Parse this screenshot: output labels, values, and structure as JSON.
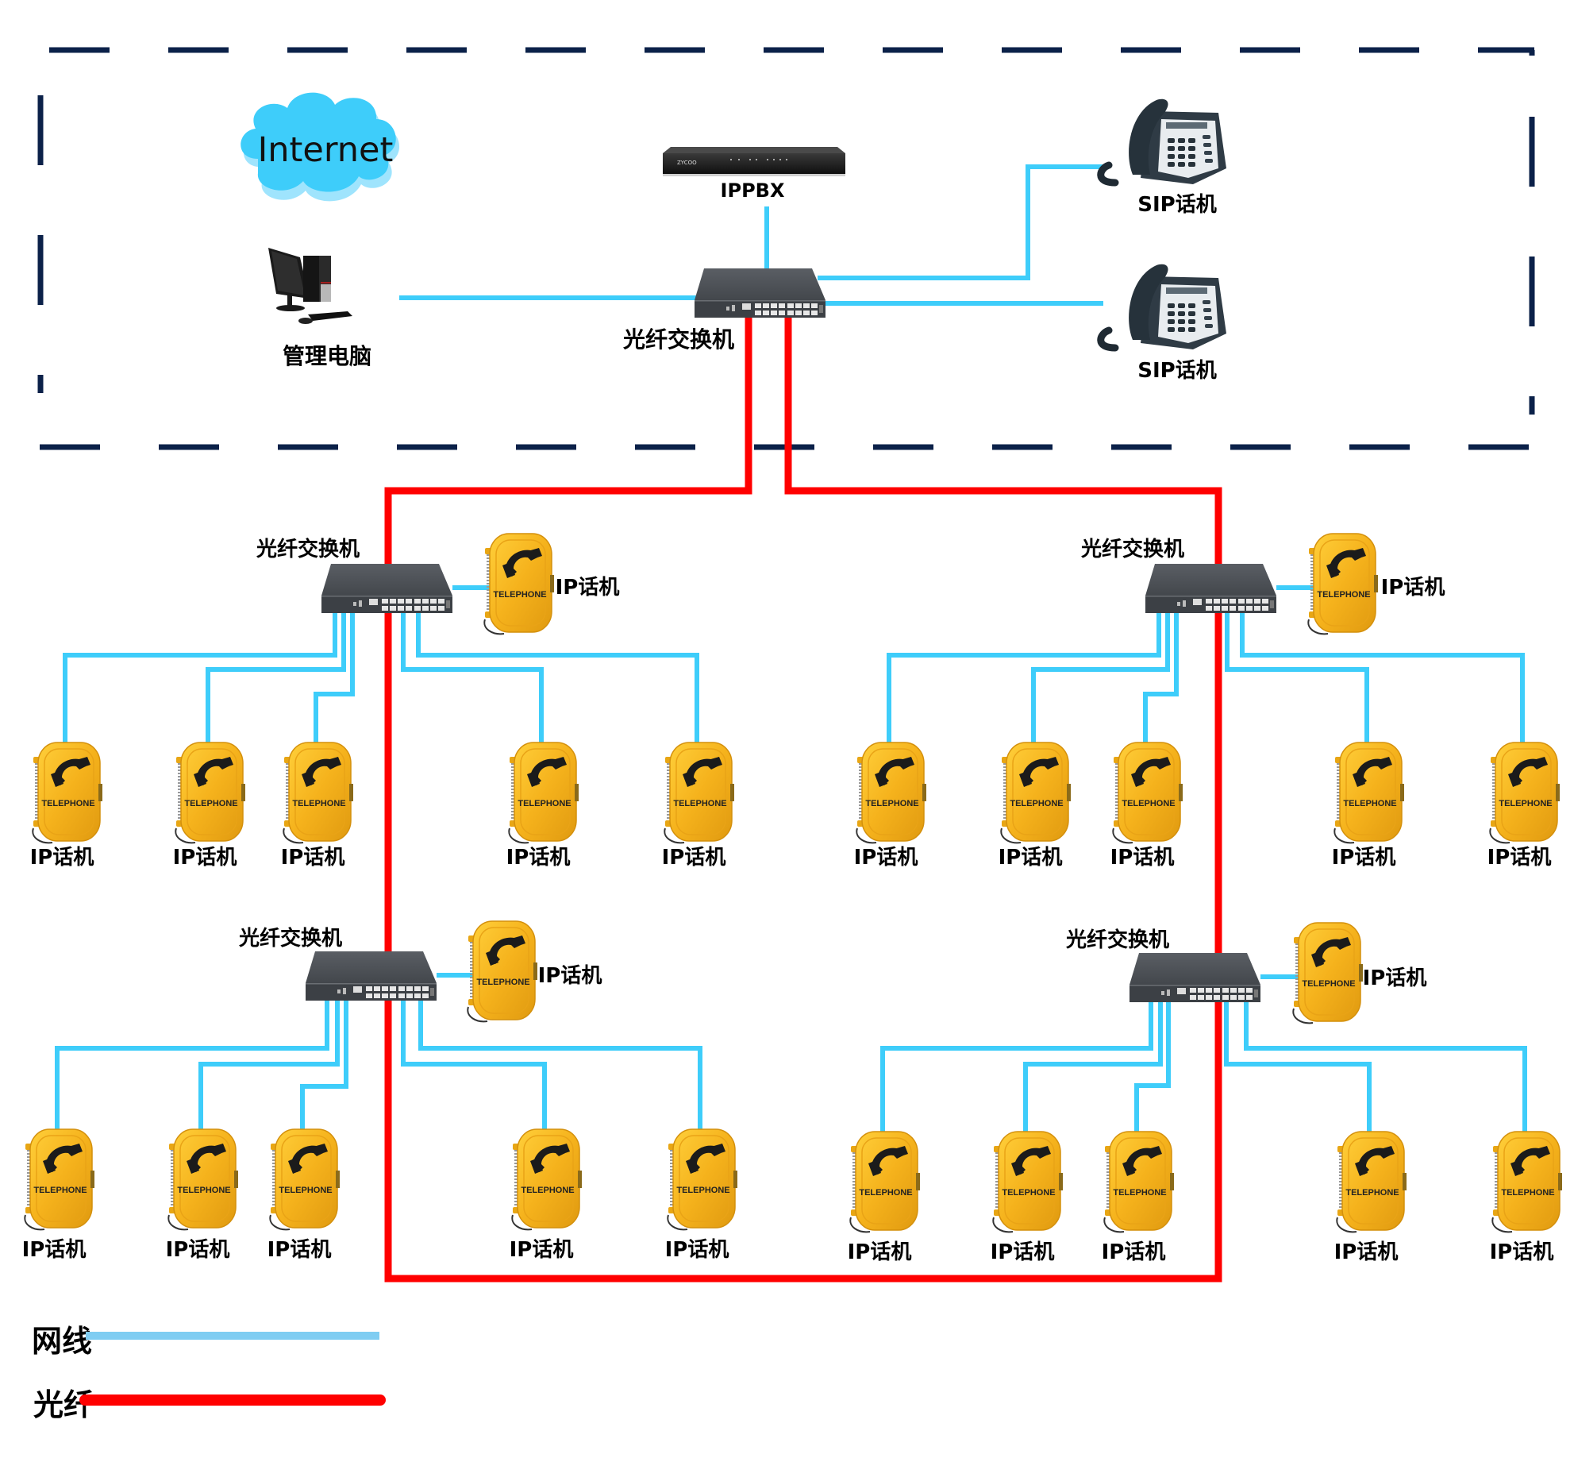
{
  "colors": {
    "border": "#0b2149",
    "ethernet": "#3ecdfa",
    "ethernet_legend": "#7fcdf2",
    "fiber": "#ff0000",
    "phone_yellow": "#f5b21c",
    "switch_gray": "#4b4f55"
  },
  "core_zone": {
    "internet_label": "Internet",
    "pc_label": "管理电脑",
    "ippbx_label": "IPPBX",
    "main_switch_label": "光纤交换机",
    "sip_phones": [
      {
        "label": "SIP话机"
      },
      {
        "label": "SIP话机"
      }
    ]
  },
  "sub_switches": [
    {
      "label": "光纤交换机",
      "side_phone": {
        "label": "IP话机",
        "plate": "TELEPHONE"
      },
      "phones": [
        {
          "label": "IP话机",
          "plate": "TELEPHONE"
        },
        {
          "label": "IP话机",
          "plate": "TELEPHONE"
        },
        {
          "label": "IP话机",
          "plate": "TELEPHONE"
        },
        {
          "label": "IP话机",
          "plate": "TELEPHONE"
        },
        {
          "label": "IP话机",
          "plate": "TELEPHONE"
        }
      ]
    },
    {
      "label": "光纤交换机",
      "side_phone": {
        "label": "IP话机",
        "plate": "TELEPHONE"
      },
      "phones": [
        {
          "label": "IP话机",
          "plate": "TELEPHONE"
        },
        {
          "label": "IP话机",
          "plate": "TELEPHONE"
        },
        {
          "label": "IP话机",
          "plate": "TELEPHONE"
        },
        {
          "label": "IP话机",
          "plate": "TELEPHONE"
        },
        {
          "label": "IP话机",
          "plate": "TELEPHONE"
        }
      ]
    },
    {
      "label": "光纤交换机",
      "side_phone": {
        "label": "IP话机",
        "plate": "TELEPHONE"
      },
      "phones": [
        {
          "label": "IP话机",
          "plate": "TELEPHONE"
        },
        {
          "label": "IP话机",
          "plate": "TELEPHONE"
        },
        {
          "label": "IP话机",
          "plate": "TELEPHONE"
        },
        {
          "label": "IP话机",
          "plate": "TELEPHONE"
        },
        {
          "label": "IP话机",
          "plate": "TELEPHONE"
        }
      ]
    },
    {
      "label": "光纤交换机",
      "side_phone": {
        "label": "IP话机",
        "plate": "TELEPHONE"
      },
      "phones": [
        {
          "label": "IP话机",
          "plate": "TELEPHONE"
        },
        {
          "label": "IP话机",
          "plate": "TELEPHONE"
        },
        {
          "label": "IP话机",
          "plate": "TELEPHONE"
        },
        {
          "label": "IP话机",
          "plate": "TELEPHONE"
        },
        {
          "label": "IP话机",
          "plate": "TELEPHONE"
        }
      ]
    }
  ],
  "legend": {
    "ethernet_label": "网线",
    "fiber_label": "光纤"
  }
}
